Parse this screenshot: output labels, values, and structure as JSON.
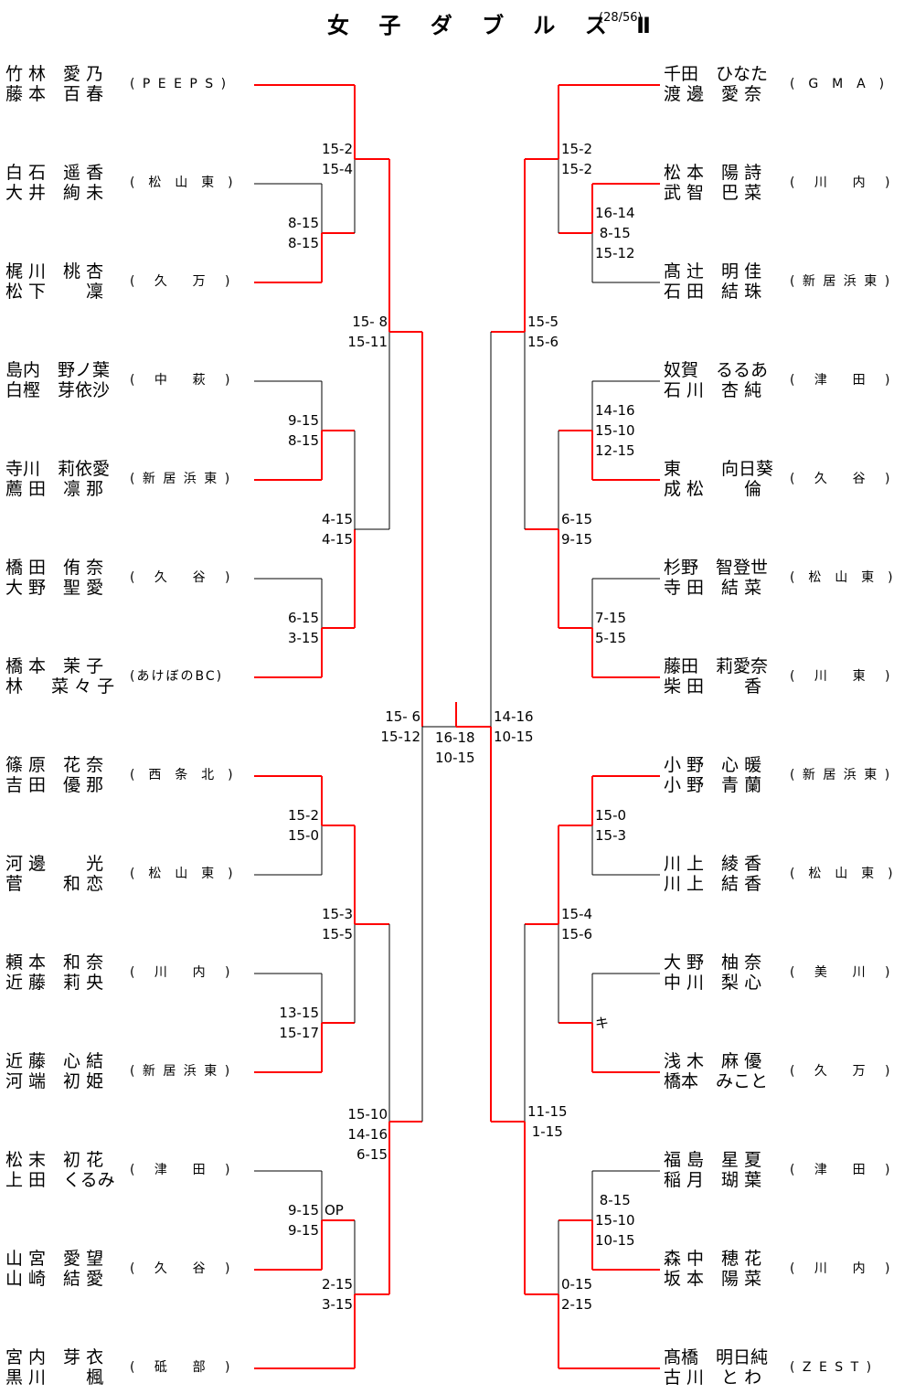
{
  "title": "女 子 ダ ブ ル ス Ⅱ",
  "subtitle": "(28/56)",
  "colors": {
    "winner_line": "#ff0000",
    "line": "#000000"
  },
  "left_entries": [
    {
      "names": [
        "竹 林　愛 乃",
        "藤 本　百 春"
      ],
      "club": "( P E E P S )"
    },
    {
      "names": [
        "白 石　遥 香",
        "大 井　絢 未"
      ],
      "club": "(  松  山  東  )"
    },
    {
      "names": [
        "梶 川　桃 杏",
        "松 下　　 凜"
      ],
      "club": "(   久    万   )"
    },
    {
      "names": [
        "島内　野ノ葉",
        "白樫　芽依沙"
      ],
      "club": "(   中    萩   )"
    },
    {
      "names": [
        "寺川　莉依愛",
        "薦 田　凛 那"
      ],
      "club": "( 新 居 浜 東 )"
    },
    {
      "names": [
        "橋 田　侑 奈",
        "大 野　聖 愛"
      ],
      "club": "(   久    谷   )"
    },
    {
      "names": [
        "橋 本　茉 子",
        "林 　 菜 々 子"
      ],
      "club": "(あけぼのBC)"
    },
    {
      "names": [
        "篠 原　花 奈",
        "吉 田　優 那"
      ],
      "club": "(  西  条  北  )"
    },
    {
      "names": [
        "河 邊　　 光",
        "菅 　　和 恋"
      ],
      "club": "(  松  山  東  )"
    },
    {
      "names": [
        "頼 本　和 奈",
        "近 藤　莉 央"
      ],
      "club": "(   川    内   )"
    },
    {
      "names": [
        "近 藤　心 結",
        "河 端　初 姫"
      ],
      "club": "( 新 居 浜 東 )"
    },
    {
      "names": [
        "松 末　初 花",
        "上 田　くるみ"
      ],
      "club": "(   津    田   )"
    },
    {
      "names": [
        "山 宮　愛 望",
        "山 崎　結 愛"
      ],
      "club": "(   久    谷   )"
    },
    {
      "names": [
        "宮 内　芽 衣",
        "黒 川　　 楓"
      ],
      "club": "(   砥    部   )"
    }
  ],
  "right_entries": [
    {
      "names": [
        "千田　ひなた",
        "渡 邊　愛 奈"
      ],
      "club": "(  G  M  A  )"
    },
    {
      "names": [
        "松 本　陽 詩",
        "武 智　巴 菜"
      ],
      "club": "(   川    内   )"
    },
    {
      "names": [
        "髙 辻　明 佳",
        "石 田　結 珠"
      ],
      "club": "( 新 居 浜 東 )"
    },
    {
      "names": [
        "奴賀　るるあ",
        "石 川　杏 純"
      ],
      "club": "(   津    田   )"
    },
    {
      "names": [
        "東 　　向日葵",
        "成 松　　 倫"
      ],
      "club": "(   久    谷   )"
    },
    {
      "names": [
        "杉野　智登世",
        "寺 田　結 菜"
      ],
      "club": "(  松  山  東  )"
    },
    {
      "names": [
        "藤田　莉愛奈",
        "柴 田　　 香"
      ],
      "club": "(   川    東   )"
    },
    {
      "names": [
        "小 野　心 暖",
        "小 野　青 蘭"
      ],
      "club": "( 新 居 浜 東 )"
    },
    {
      "names": [
        "川 上　綾 香",
        "川 上　結 香"
      ],
      "club": "(  松  山  東  )"
    },
    {
      "names": [
        "大 野　柚 奈",
        "中 川　梨 心"
      ],
      "club": "(   美    川   )"
    },
    {
      "names": [
        "浅 木　麻 優",
        "橋本　みこと"
      ],
      "club": "(   久    万   )"
    },
    {
      "names": [
        "福 島　星 夏",
        "稲 月　瑚 葉"
      ],
      "club": "(   津    田   )"
    },
    {
      "names": [
        "森 中　穂 花",
        "坂 本　陽 菜"
      ],
      "club": "(   川    内   )"
    },
    {
      "names": [
        "髙橋　明日純",
        "古 川　と わ"
      ],
      "club": "( Z E S T )"
    }
  ],
  "left_scores": [
    {
      "lines": [
        "15-2",
        "15-4"
      ]
    },
    {
      "lines": [
        "8-15",
        "8-15"
      ]
    },
    {
      "lines": [
        "15- 8",
        "15-11"
      ]
    },
    {
      "lines": [
        "9-15",
        "8-15"
      ]
    },
    {
      "lines": [
        "4-15",
        "4-15"
      ]
    },
    {
      "lines": [
        "6-15",
        "3-15"
      ]
    },
    {
      "lines": [
        "15- 6",
        "15-12"
      ]
    },
    {
      "lines": [
        "15-2",
        "15-0"
      ]
    },
    {
      "lines": [
        "15-3",
        "15-5"
      ]
    },
    {
      "lines": [
        "13-15",
        "15-17"
      ]
    },
    {
      "lines": [
        "15-10",
        "14-16",
        "6-15"
      ]
    },
    {
      "lines": [
        "9-15",
        "9-15"
      ]
    },
    {
      "lines": [
        "OP"
      ]
    },
    {
      "lines": [
        "2-15",
        "3-15"
      ]
    }
  ],
  "right_scores": [
    {
      "lines": [
        "15-2",
        "15-2"
      ]
    },
    {
      "lines": [
        "16-14",
        " 8-15",
        "15-12"
      ]
    },
    {
      "lines": [
        "15-5",
        "15-6"
      ]
    },
    {
      "lines": [
        "14-16",
        "15-10",
        "12-15"
      ]
    },
    {
      "lines": [
        "6-15",
        "9-15"
      ]
    },
    {
      "lines": [
        "7-15",
        "5-15"
      ]
    },
    {
      "lines": [
        "14-16",
        "10-15"
      ]
    },
    {
      "lines": [
        "15-0",
        "15-3"
      ]
    },
    {
      "lines": [
        "15-4",
        "15-6"
      ]
    },
    {
      "lines": [
        "キ"
      ]
    },
    {
      "lines": [
        "11-15",
        " 1-15"
      ]
    },
    {
      "lines": [
        " 8-15",
        "15-10",
        "10-15"
      ]
    },
    {
      "lines": [
        "0-15",
        "2-15"
      ]
    }
  ],
  "final_score": {
    "lines": [
      "16-18",
      "10-15"
    ]
  }
}
